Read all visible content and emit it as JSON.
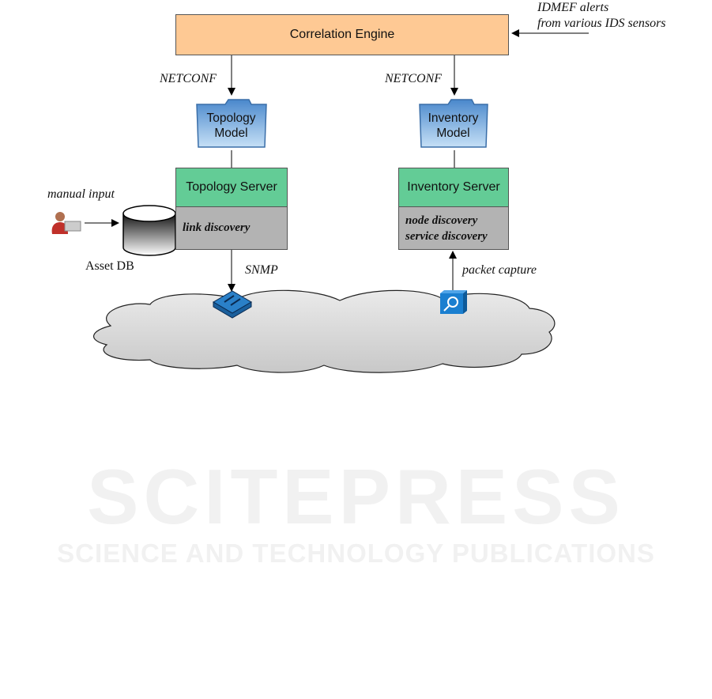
{
  "correlation_engine": {
    "label": "Correlation Engine"
  },
  "idmef": {
    "line1": "IDMEF alerts",
    "line2": "from various IDS sensors"
  },
  "left": {
    "protocol": "NETCONF",
    "model": {
      "line1": "Topology",
      "line2": "Model"
    },
    "server": "Topology Server",
    "function": "link discovery"
  },
  "right": {
    "protocol": "NETCONF",
    "model": {
      "line1": "Inventory",
      "line2": "Model"
    },
    "server": "Inventory Server",
    "functions": [
      "node discovery",
      "service discovery"
    ]
  },
  "asset": {
    "input_label": "manual input",
    "db_label": "Asset DB"
  },
  "network": {
    "snmp": "SNMP",
    "packet_capture": "packet capture"
  },
  "watermark": {
    "title": "SCITEPRESS",
    "subtitle": "SCIENCE AND TECHNOLOGY PUBLICATIONS"
  },
  "colors": {
    "engine": "#FEC994",
    "server": "#63CC96",
    "function": "#B3B3B3",
    "folder": "#5B9BD5",
    "cloud": "#E0E0E0"
  }
}
